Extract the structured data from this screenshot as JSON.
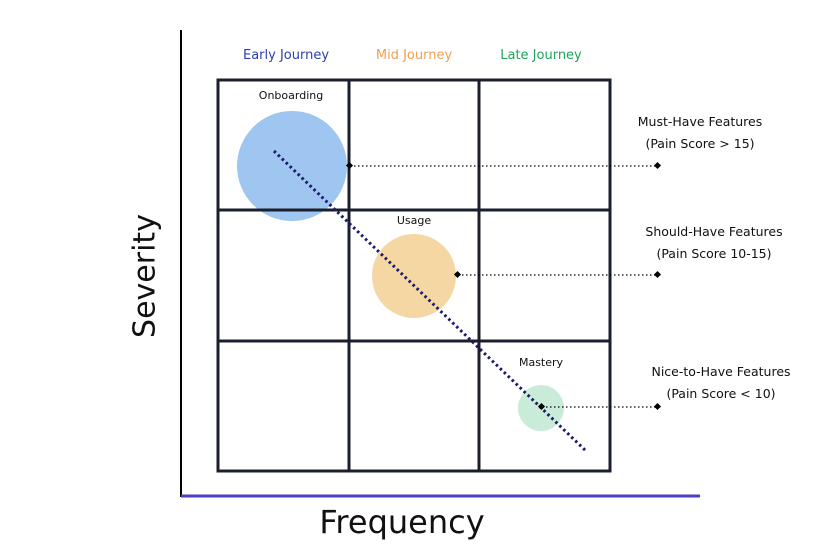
{
  "axes": {
    "y_label": "Severity",
    "x_label": "Frequency"
  },
  "columns": [
    {
      "label": "Early Journey",
      "color": "#2b3fb0"
    },
    {
      "label": "Mid Journey",
      "color": "#f0a050"
    },
    {
      "label": "Late Journey",
      "color": "#1fa55a"
    }
  ],
  "bubbles": [
    {
      "label": "Onboarding",
      "color": "#9ec6f0"
    },
    {
      "label": "Usage",
      "color": "#f4d7a2"
    },
    {
      "label": "Mastery",
      "color": "#c9ecd9"
    }
  ],
  "tiers": [
    {
      "title": "Must-Have Features",
      "score": "(Pain Score > 15)"
    },
    {
      "title": "Should-Have Features",
      "score": "(Pain Score 10-15)"
    },
    {
      "title": "Nice-to-Have Features",
      "score": "(Pain Score < 10)"
    }
  ],
  "colors": {
    "axis_x": "#4a3fc8",
    "axis_y": "#000000",
    "grid": "#1a1f2b",
    "trend": "#1a1a6e",
    "leader": "#000000"
  }
}
